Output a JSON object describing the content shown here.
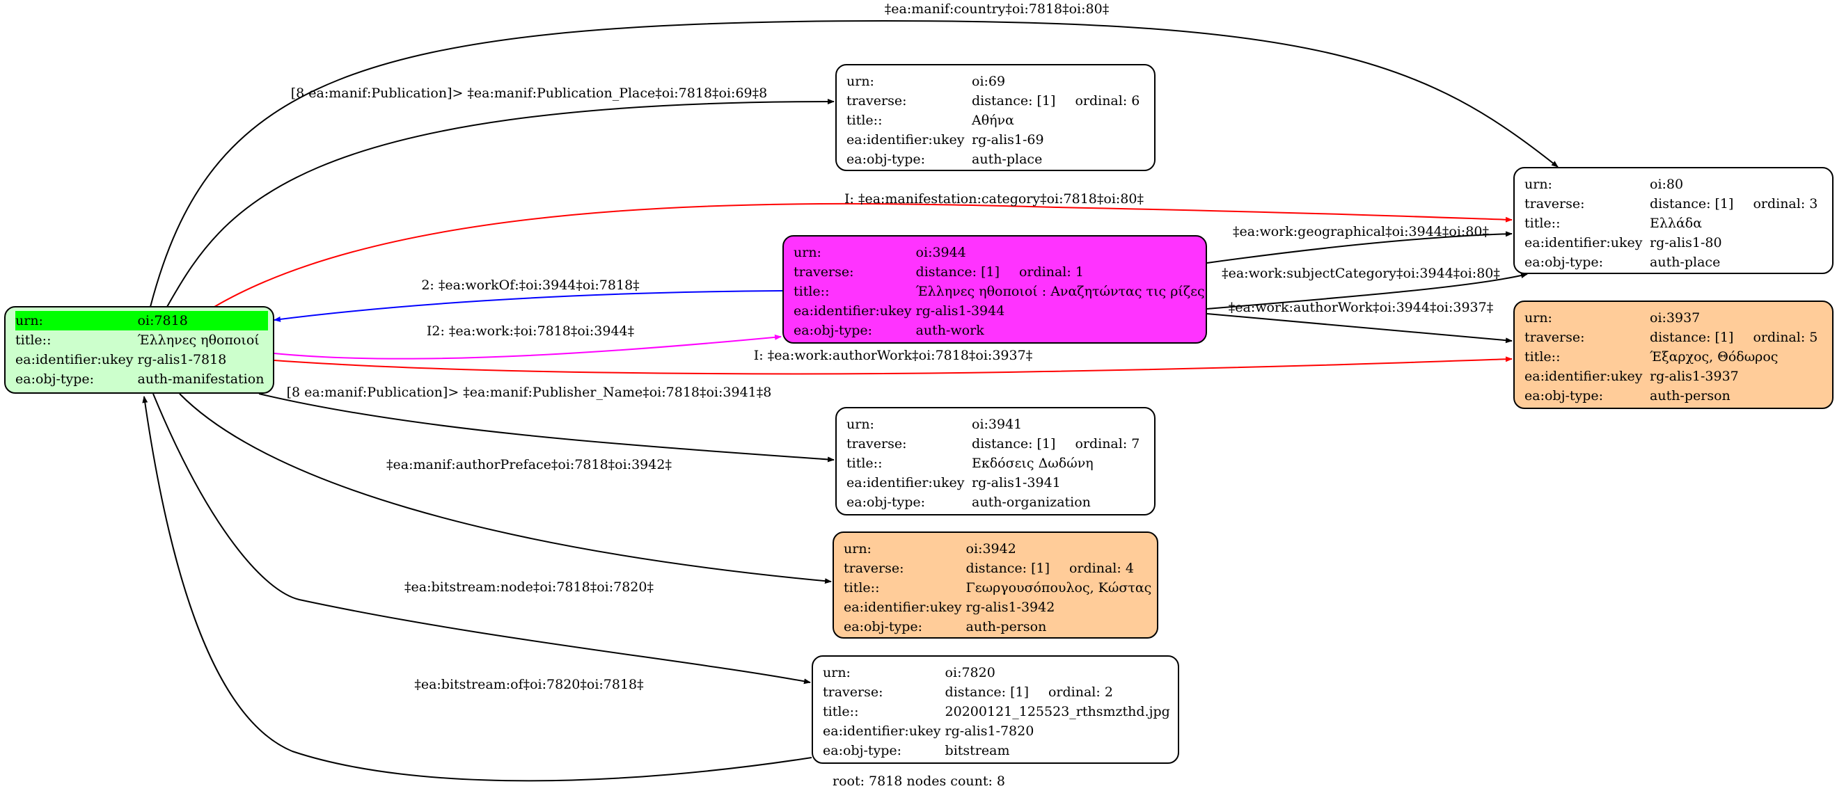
{
  "colors": {
    "root_fill": "#ccffcc",
    "root_header": "#00ff00",
    "work_fill": "#ff33ff",
    "person_fill": "#ffcc99",
    "plain_fill": "#ffffff",
    "edge_black": "#000000",
    "edge_red": "#ff0000",
    "edge_blue": "#0000ff",
    "edge_magenta": "#ff00ff"
  },
  "keys": {
    "urn": "urn:",
    "traverse": "traverse:",
    "title": "title::",
    "ukey": "ea:identifier:ukey",
    "objtype": "ea:obj-type:"
  },
  "nodes": {
    "n7818": {
      "urn": "oi:7818",
      "title": "Έλληνες ηθοποιοί",
      "ukey": "rg-alis1-7818",
      "objtype": "auth-manifestation"
    },
    "n69": {
      "urn": "oi:69",
      "distance": "distance: [1]",
      "ordinal": "ordinal: 6",
      "title": "Αθήνα",
      "ukey": "rg-alis1-69",
      "objtype": "auth-place"
    },
    "n80": {
      "urn": "oi:80",
      "distance": "distance: [1]",
      "ordinal": "ordinal: 3",
      "title": "Ελλάδα",
      "ukey": "rg-alis1-80",
      "objtype": "auth-place"
    },
    "n3944": {
      "urn": "oi:3944",
      "distance": "distance: [1]",
      "ordinal": "ordinal: 1",
      "title": "Έλληνες ηθοποιοί : Αναζητώντας τις ρίζες",
      "ukey": "rg-alis1-3944",
      "objtype": "auth-work"
    },
    "n3937": {
      "urn": "oi:3937",
      "distance": "distance: [1]",
      "ordinal": "ordinal: 5",
      "title": "Έξαρχος, Θόδωρος",
      "ukey": "rg-alis1-3937",
      "objtype": "auth-person"
    },
    "n3941": {
      "urn": "oi:3941",
      "distance": "distance: [1]",
      "ordinal": "ordinal: 7",
      "title": "Εκδόσεις Δωδώνη",
      "ukey": "rg-alis1-3941",
      "objtype": "auth-organization"
    },
    "n3942": {
      "urn": "oi:3942",
      "distance": "distance: [1]",
      "ordinal": "ordinal: 4",
      "title": "Γεωργουσόπουλος, Κώστας",
      "ukey": "rg-alis1-3942",
      "objtype": "auth-person"
    },
    "n7820": {
      "urn": "oi:7820",
      "distance": "distance: [1]",
      "ordinal": "ordinal: 2",
      "title": "20200121_125523_rthsmzthd.jpg",
      "ukey": "rg-alis1-7820",
      "objtype": "bitstream"
    }
  },
  "edges": {
    "country": "‡ea:manif:country‡oi:7818‡oi:80‡",
    "pubplace": "[8 ea:manif:Publication]> ‡ea:manif:Publication_Place‡oi:7818‡oi:69‡8",
    "category": "I: ‡ea:manifestation:category‡oi:7818‡oi:80‡",
    "geographical": "‡ea:work:geographical‡oi:3944‡oi:80‡",
    "subjectcat": "‡ea:work:subjectCategory‡oi:3944‡oi:80‡",
    "workof": "2: ‡ea:workOf:‡oi:3944‡oi:7818‡",
    "work": "I2: ‡ea:work:‡oi:7818‡oi:3944‡",
    "authorwork_w": "‡ea:work:authorWork‡oi:3944‡oi:3937‡",
    "authorwork_m": "I: ‡ea:work:authorWork‡oi:7818‡oi:3937‡",
    "publisher": "[8 ea:manif:Publication]> ‡ea:manif:Publisher_Name‡oi:7818‡oi:3941‡8",
    "preface": "‡ea:manif:authorPreface‡oi:7818‡oi:3942‡",
    "bsnode": "‡ea:bitstream:node‡oi:7818‡oi:7820‡",
    "bsof": "‡ea:bitstream:of‡oi:7820‡oi:7818‡"
  },
  "footer": "root: 7818 nodes count: 8"
}
